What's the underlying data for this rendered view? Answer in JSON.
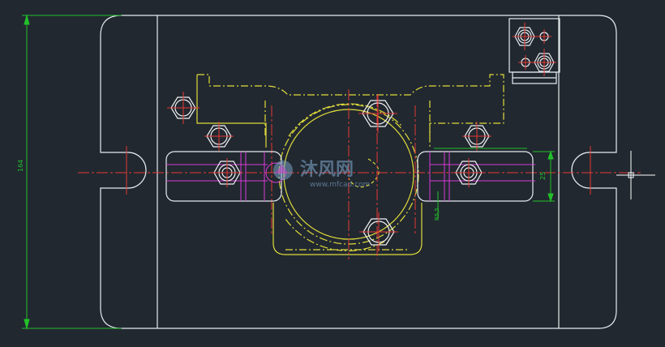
{
  "drawing": {
    "background": "#212830",
    "colors": {
      "outline": "#e8ecf0",
      "part": "#e0dc3a",
      "center": "#e53935",
      "dimension": "#22c02a",
      "clamp": "#d63ad6",
      "bolt": "#f2f2f2"
    }
  },
  "dimensions": {
    "overall_height": "164",
    "slot_width": "25",
    "slot_offset": "R5,5"
  },
  "watermark": {
    "brand_cn": "沐风网",
    "brand_url": "www.mfcad.com",
    "color": "#7aa0c4"
  },
  "icons": [
    "crosshair-cursor-icon"
  ]
}
